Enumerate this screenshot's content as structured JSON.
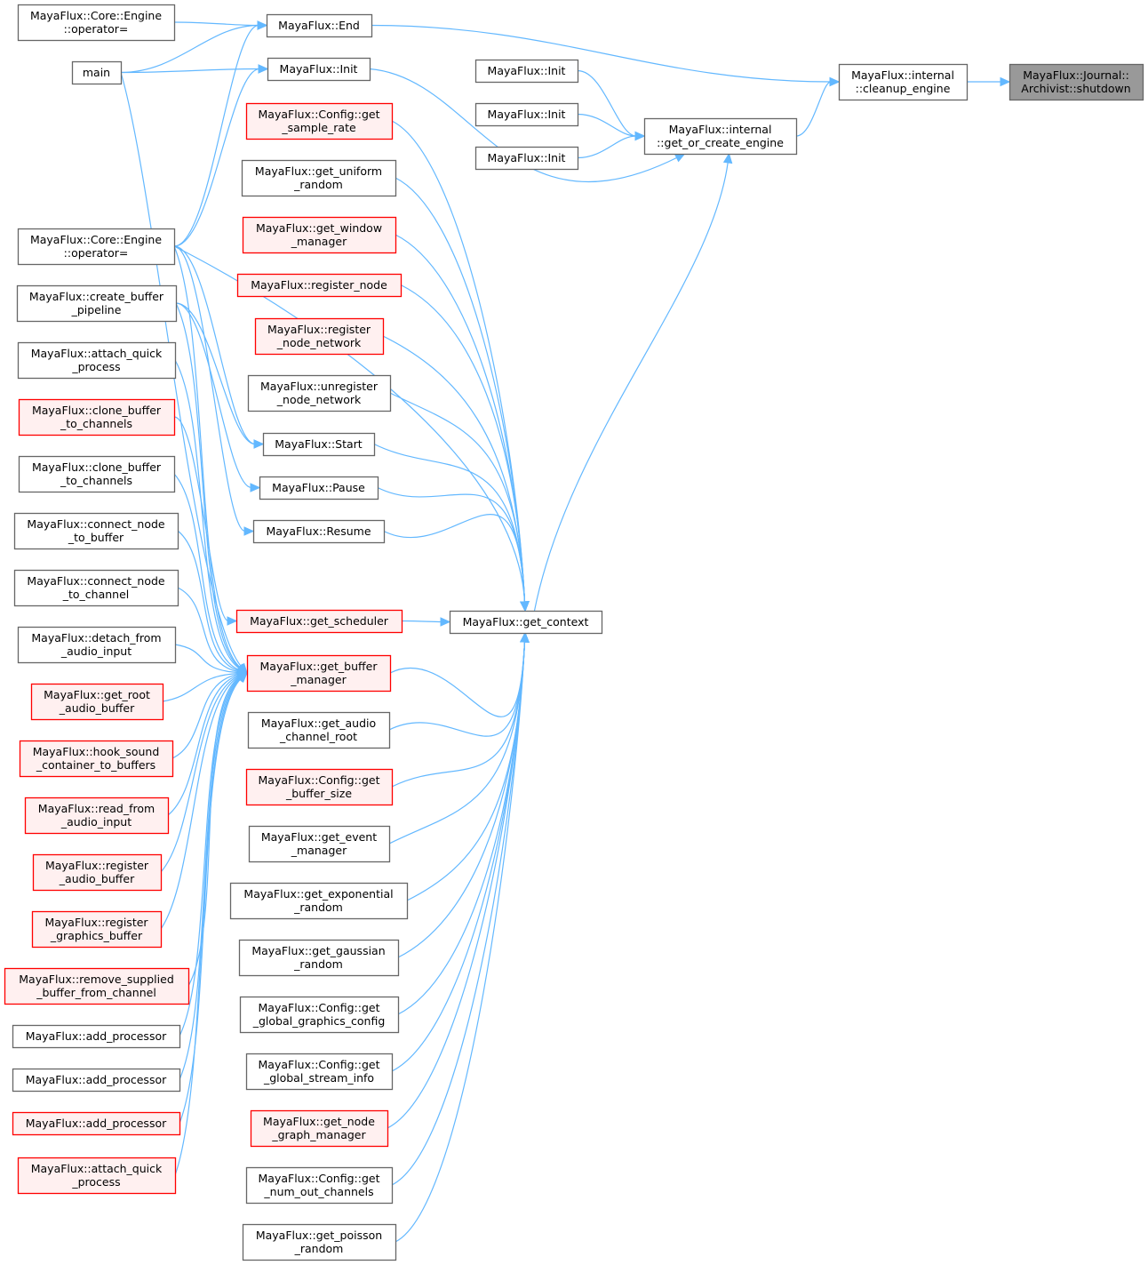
{
  "diagram": {
    "type": "call-graph",
    "title": "MayaFlux::Journal::Archivist::shutdown caller graph",
    "colors": {
      "edge": "#63b8ff",
      "focus_fill": "#999999",
      "red_fill": "#fff0f0",
      "red_stroke": "#ff0000",
      "normal_stroke": "#666666"
    },
    "nodes": [
      {
        "id": "shutdown",
        "lines": [
          "MayaFlux::Journal::",
          "Archivist::shutdown"
        ],
        "style": "focus"
      },
      {
        "id": "cleanup_engine",
        "lines": [
          "MayaFlux::internal",
          "::cleanup_engine"
        ],
        "style": "normal"
      },
      {
        "id": "get_or_create_engine",
        "lines": [
          "MayaFlux::internal",
          "::get_or_create_engine"
        ],
        "style": "normal"
      },
      {
        "id": "init_a",
        "lines": [
          "MayaFlux::Init"
        ],
        "style": "normal"
      },
      {
        "id": "init_b",
        "lines": [
          "MayaFlux::Init"
        ],
        "style": "normal"
      },
      {
        "id": "init_c",
        "lines": [
          "MayaFlux::Init"
        ],
        "style": "normal"
      },
      {
        "id": "end",
        "lines": [
          "MayaFlux::End"
        ],
        "style": "normal"
      },
      {
        "id": "init_main",
        "lines": [
          "MayaFlux::Init"
        ],
        "style": "normal"
      },
      {
        "id": "engine_op_1",
        "lines": [
          "MayaFlux::Core::Engine",
          "::operator="
        ],
        "style": "normal"
      },
      {
        "id": "main",
        "lines": [
          "main"
        ],
        "style": "normal"
      },
      {
        "id": "engine_op_2",
        "lines": [
          "MayaFlux::Core::Engine",
          "::operator="
        ],
        "style": "normal"
      },
      {
        "id": "get_context",
        "lines": [
          "MayaFlux::get_context"
        ],
        "style": "normal"
      },
      {
        "id": "cfg_sample_rate",
        "lines": [
          "MayaFlux::Config::get",
          "_sample_rate"
        ],
        "style": "red"
      },
      {
        "id": "uniform_random",
        "lines": [
          "MayaFlux::get_uniform",
          "_random"
        ],
        "style": "normal"
      },
      {
        "id": "window_manager",
        "lines": [
          "MayaFlux::get_window",
          "_manager"
        ],
        "style": "red"
      },
      {
        "id": "register_node",
        "lines": [
          "MayaFlux::register_node"
        ],
        "style": "red"
      },
      {
        "id": "register_node_network",
        "lines": [
          "MayaFlux::register",
          "_node_network"
        ],
        "style": "red"
      },
      {
        "id": "unregister_node_network",
        "lines": [
          "MayaFlux::unregister",
          "_node_network"
        ],
        "style": "normal"
      },
      {
        "id": "start",
        "lines": [
          "MayaFlux::Start"
        ],
        "style": "normal"
      },
      {
        "id": "pause",
        "lines": [
          "MayaFlux::Pause"
        ],
        "style": "normal"
      },
      {
        "id": "resume",
        "lines": [
          "MayaFlux::Resume"
        ],
        "style": "normal"
      },
      {
        "id": "get_scheduler",
        "lines": [
          "MayaFlux::get_scheduler"
        ],
        "style": "red"
      },
      {
        "id": "get_buffer_manager",
        "lines": [
          "MayaFlux::get_buffer",
          "_manager"
        ],
        "style": "red"
      },
      {
        "id": "audio_channel_root",
        "lines": [
          "MayaFlux::get_audio",
          "_channel_root"
        ],
        "style": "normal"
      },
      {
        "id": "cfg_buffer_size",
        "lines": [
          "MayaFlux::Config::get",
          "_buffer_size"
        ],
        "style": "red"
      },
      {
        "id": "event_manager",
        "lines": [
          "MayaFlux::get_event",
          "_manager"
        ],
        "style": "normal"
      },
      {
        "id": "exponential_random",
        "lines": [
          "MayaFlux::get_exponential",
          "_random"
        ],
        "style": "normal"
      },
      {
        "id": "gaussian_random",
        "lines": [
          "MayaFlux::get_gaussian",
          "_random"
        ],
        "style": "normal"
      },
      {
        "id": "cfg_graphics_config",
        "lines": [
          "MayaFlux::Config::get",
          "_global_graphics_config"
        ],
        "style": "normal"
      },
      {
        "id": "cfg_stream_info",
        "lines": [
          "MayaFlux::Config::get",
          "_global_stream_info"
        ],
        "style": "normal"
      },
      {
        "id": "node_graph_manager",
        "lines": [
          "MayaFlux::get_node",
          "_graph_manager"
        ],
        "style": "red"
      },
      {
        "id": "cfg_num_out_channels",
        "lines": [
          "MayaFlux::Config::get",
          "_num_out_channels"
        ],
        "style": "normal"
      },
      {
        "id": "poisson_random",
        "lines": [
          "MayaFlux::get_poisson",
          "_random"
        ],
        "style": "normal"
      },
      {
        "id": "create_buffer_pipeline",
        "lines": [
          "MayaFlux::create_buffer",
          "_pipeline"
        ],
        "style": "normal"
      },
      {
        "id": "attach_quick_process_1",
        "lines": [
          "MayaFlux::attach_quick",
          "_process"
        ],
        "style": "normal"
      },
      {
        "id": "clone_buffer_1",
        "lines": [
          "MayaFlux::clone_buffer",
          "_to_channels"
        ],
        "style": "red"
      },
      {
        "id": "clone_buffer_2",
        "lines": [
          "MayaFlux::clone_buffer",
          "_to_channels"
        ],
        "style": "normal"
      },
      {
        "id": "connect_node_buffer",
        "lines": [
          "MayaFlux::connect_node",
          "_to_buffer"
        ],
        "style": "normal"
      },
      {
        "id": "connect_node_channel",
        "lines": [
          "MayaFlux::connect_node",
          "_to_channel"
        ],
        "style": "normal"
      },
      {
        "id": "detach_audio_input",
        "lines": [
          "MayaFlux::detach_from",
          "_audio_input"
        ],
        "style": "normal"
      },
      {
        "id": "root_audio_buffer",
        "lines": [
          "MayaFlux::get_root",
          "_audio_buffer"
        ],
        "style": "red"
      },
      {
        "id": "hook_sound_container",
        "lines": [
          "MayaFlux::hook_sound",
          "_container_to_buffers"
        ],
        "style": "red"
      },
      {
        "id": "read_audio_input",
        "lines": [
          "MayaFlux::read_from",
          "_audio_input"
        ],
        "style": "red"
      },
      {
        "id": "register_audio_buffer",
        "lines": [
          "MayaFlux::register",
          "_audio_buffer"
        ],
        "style": "red"
      },
      {
        "id": "register_graphics_buffer",
        "lines": [
          "MayaFlux::register",
          "_graphics_buffer"
        ],
        "style": "red"
      },
      {
        "id": "remove_supplied_buffer",
        "lines": [
          "MayaFlux::remove_supplied",
          "_buffer_from_channel"
        ],
        "style": "red"
      },
      {
        "id": "add_processor_1",
        "lines": [
          "MayaFlux::add_processor"
        ],
        "style": "normal"
      },
      {
        "id": "add_processor_2",
        "lines": [
          "MayaFlux::add_processor"
        ],
        "style": "normal"
      },
      {
        "id": "add_processor_3",
        "lines": [
          "MayaFlux::add_processor"
        ],
        "style": "red"
      },
      {
        "id": "attach_quick_process_2",
        "lines": [
          "MayaFlux::attach_quick",
          "_process"
        ],
        "style": "red"
      }
    ],
    "edges": [
      [
        "cleanup_engine",
        "shutdown"
      ],
      [
        "end",
        "cleanup_engine"
      ],
      [
        "get_or_create_engine",
        "cleanup_engine"
      ],
      [
        "init_a",
        "get_or_create_engine"
      ],
      [
        "init_b",
        "get_or_create_engine"
      ],
      [
        "init_c",
        "get_or_create_engine"
      ],
      [
        "init_main",
        "get_or_create_engine"
      ],
      [
        "get_context",
        "get_or_create_engine"
      ],
      [
        "engine_op_1",
        "end"
      ],
      [
        "main",
        "end"
      ],
      [
        "engine_op_2",
        "end"
      ],
      [
        "main",
        "init_main"
      ],
      [
        "engine_op_2",
        "init_main"
      ],
      [
        "main",
        "get_buffer_manager"
      ],
      [
        "cfg_sample_rate",
        "get_context"
      ],
      [
        "uniform_random",
        "get_context"
      ],
      [
        "window_manager",
        "get_context"
      ],
      [
        "register_node",
        "get_context"
      ],
      [
        "register_node_network",
        "get_context"
      ],
      [
        "unregister_node_network",
        "get_context"
      ],
      [
        "start",
        "get_context"
      ],
      [
        "pause",
        "get_context"
      ],
      [
        "resume",
        "get_context"
      ],
      [
        "get_scheduler",
        "get_context"
      ],
      [
        "get_buffer_manager",
        "get_context"
      ],
      [
        "audio_channel_root",
        "get_context"
      ],
      [
        "cfg_buffer_size",
        "get_context"
      ],
      [
        "event_manager",
        "get_context"
      ],
      [
        "exponential_random",
        "get_context"
      ],
      [
        "gaussian_random",
        "get_context"
      ],
      [
        "cfg_graphics_config",
        "get_context"
      ],
      [
        "cfg_stream_info",
        "get_context"
      ],
      [
        "node_graph_manager",
        "get_context"
      ],
      [
        "cfg_num_out_channels",
        "get_context"
      ],
      [
        "poisson_random",
        "get_context"
      ],
      [
        "engine_op_2",
        "get_context"
      ],
      [
        "engine_op_2",
        "start"
      ],
      [
        "create_buffer_pipeline",
        "start"
      ],
      [
        "create_buffer_pipeline",
        "pause"
      ],
      [
        "engine_op_2",
        "resume"
      ],
      [
        "clone_buffer_1",
        "get_scheduler"
      ],
      [
        "engine_op_2",
        "get_buffer_manager"
      ],
      [
        "create_buffer_pipeline",
        "get_buffer_manager"
      ],
      [
        "attach_quick_process_1",
        "get_buffer_manager"
      ],
      [
        "clone_buffer_2",
        "get_buffer_manager"
      ],
      [
        "connect_node_buffer",
        "get_buffer_manager"
      ],
      [
        "connect_node_channel",
        "get_buffer_manager"
      ],
      [
        "detach_audio_input",
        "get_buffer_manager"
      ],
      [
        "root_audio_buffer",
        "get_buffer_manager"
      ],
      [
        "hook_sound_container",
        "get_buffer_manager"
      ],
      [
        "read_audio_input",
        "get_buffer_manager"
      ],
      [
        "register_audio_buffer",
        "get_buffer_manager"
      ],
      [
        "register_graphics_buffer",
        "get_buffer_manager"
      ],
      [
        "remove_supplied_buffer",
        "get_buffer_manager"
      ],
      [
        "add_processor_1",
        "get_buffer_manager"
      ],
      [
        "add_processor_2",
        "get_buffer_manager"
      ],
      [
        "add_processor_3",
        "get_buffer_manager"
      ],
      [
        "attach_quick_process_2",
        "get_buffer_manager"
      ]
    ]
  }
}
